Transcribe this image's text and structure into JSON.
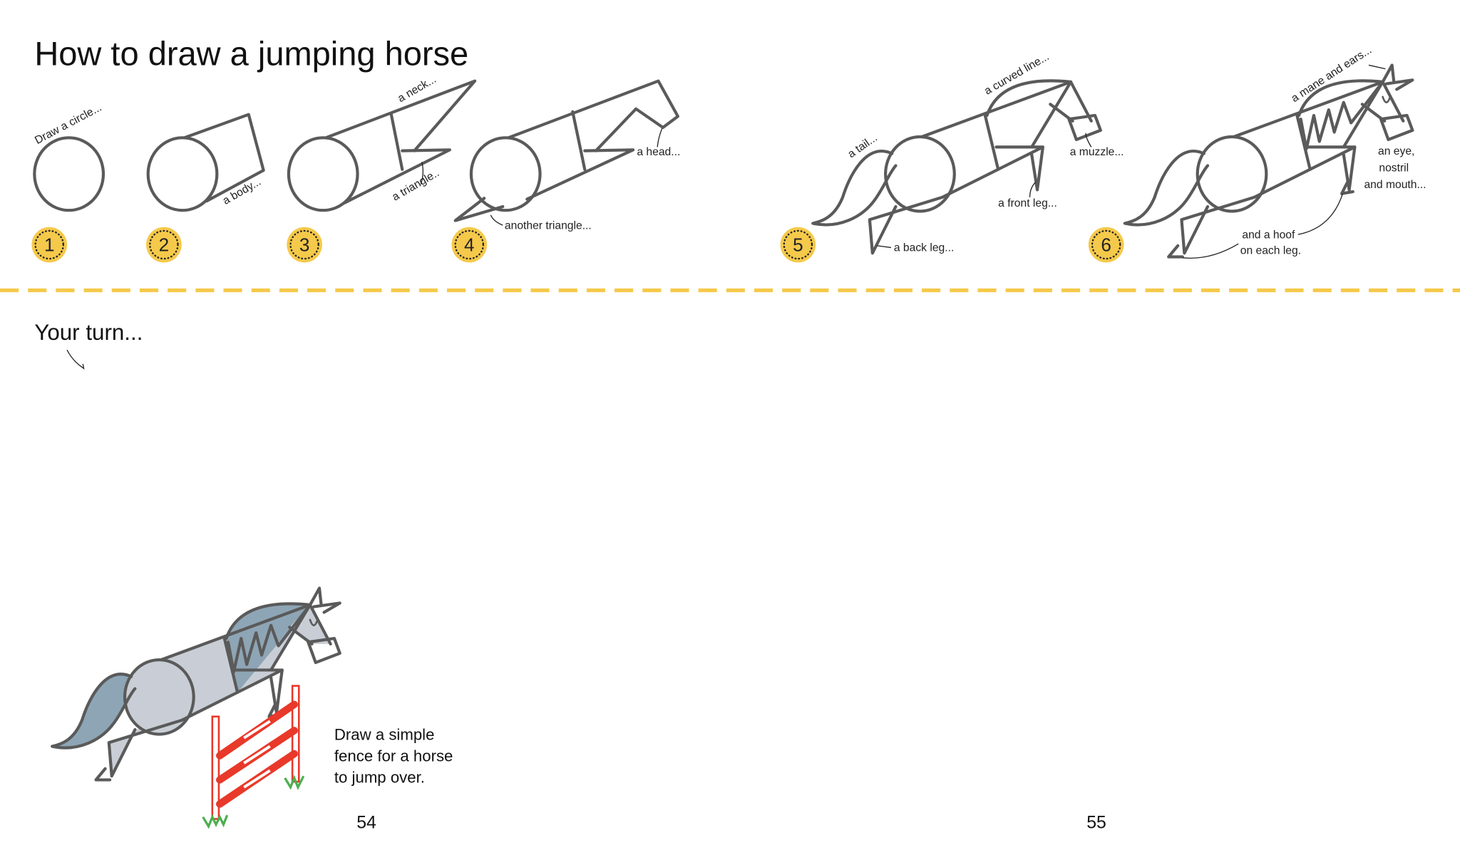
{
  "title": "How to draw a jumping horse",
  "steps": [
    "1",
    "2",
    "3",
    "4",
    "5",
    "6"
  ],
  "labels": {
    "circle": "Draw a circle...",
    "body": "a body...",
    "neck": "a neck...",
    "triangle": "a triangle..",
    "another_triangle": "another triangle...",
    "head": "a head...",
    "tail": "a tail...",
    "curved_line": "a curved line...",
    "muzzle": "a muzzle...",
    "front_leg": "a front leg...",
    "back_leg": "a back leg...",
    "mane_ears": "a mane and ears...",
    "eye_1": "an eye,",
    "eye_2": "nostril",
    "eye_3": "and mouth...",
    "hoof_1": "and a hoof",
    "hoof_2": "on each leg."
  },
  "your_turn": "Your turn...",
  "fence_text": [
    "Draw a simple",
    "fence for a horse",
    "to jump over."
  ],
  "page_numbers": {
    "left": "54",
    "right": "55"
  },
  "colors": {
    "accent_yellow": "#f5c94a",
    "line_grey": "#5a5a5a",
    "horse_fill": "#c9ced6",
    "mane_fill": "#8ea5b5",
    "fence_red": "#e8392a",
    "grass_green": "#4caf50"
  }
}
